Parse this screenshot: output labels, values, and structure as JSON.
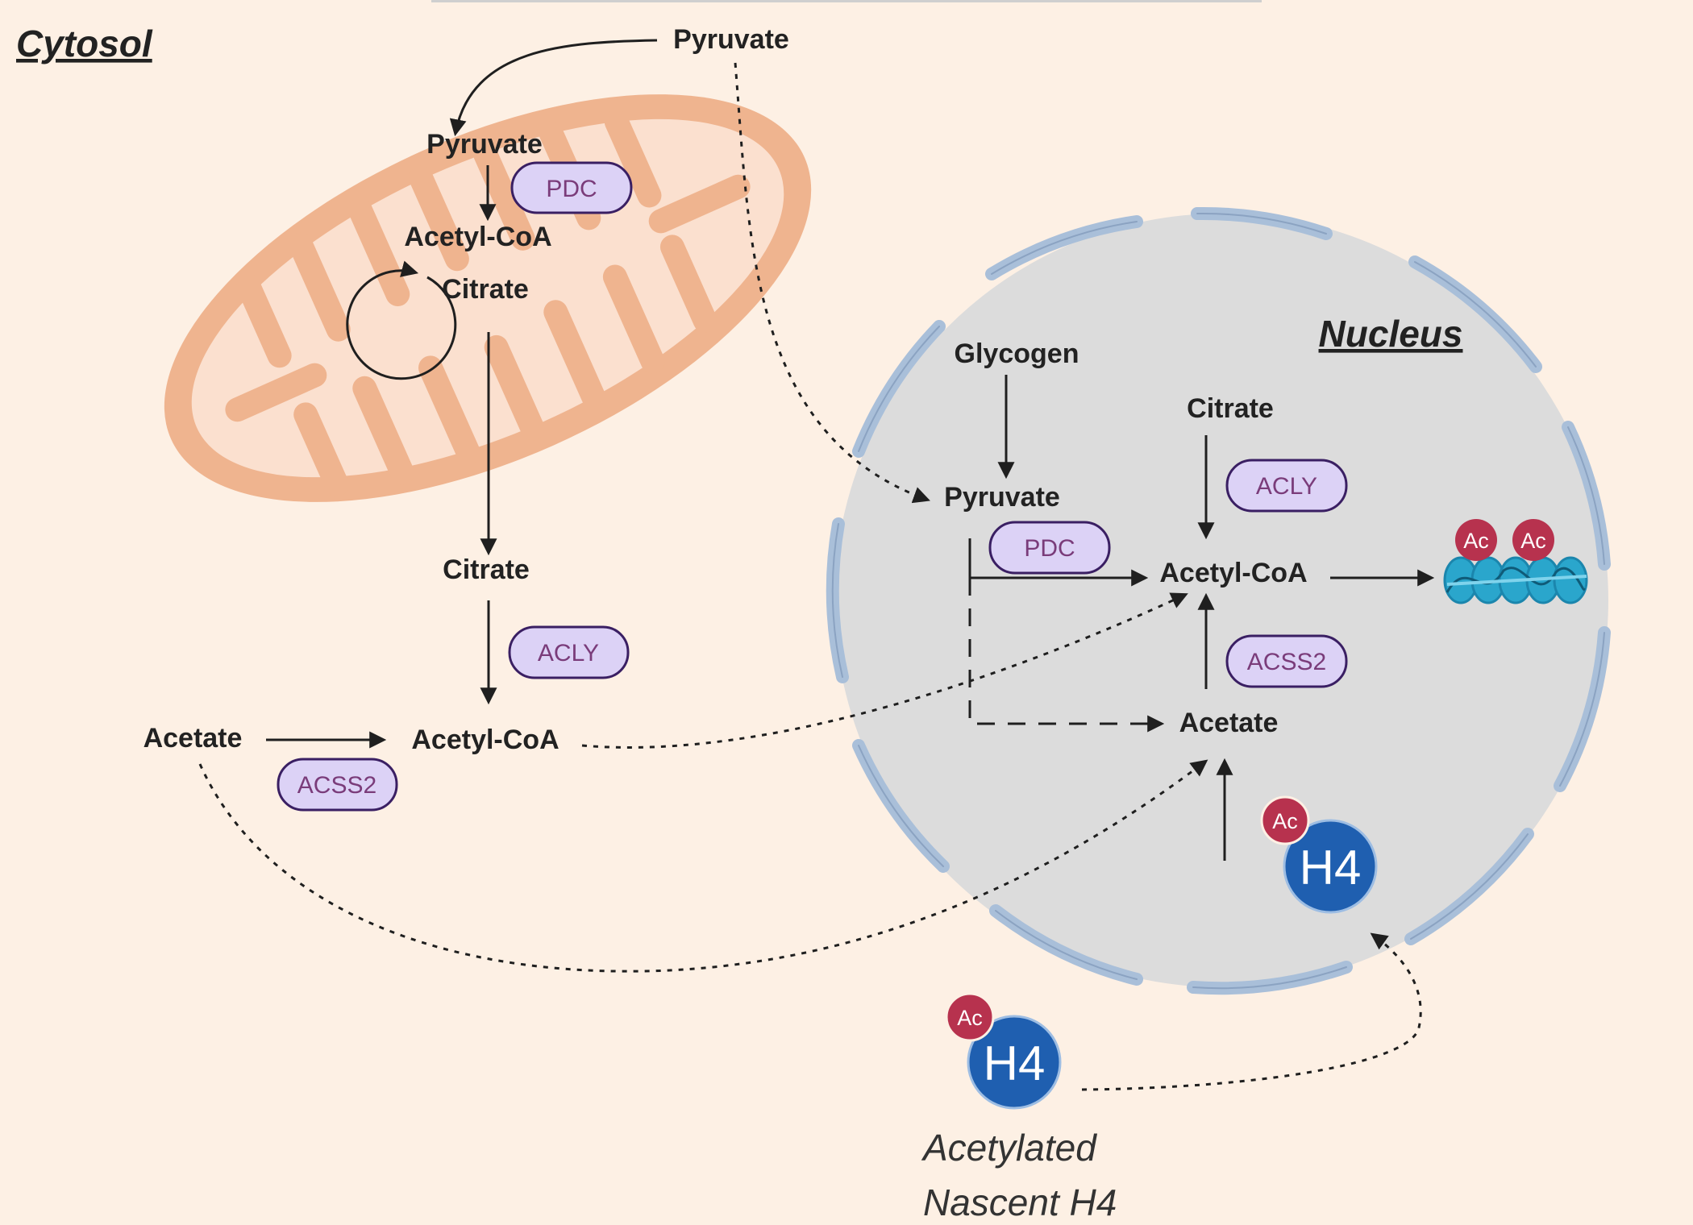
{
  "labels": {
    "cytosol": "Cytosol",
    "nucleus": "Nucleus",
    "caption_line1": "Acetylated",
    "caption_line2": "Nascent H4"
  },
  "mito": {
    "pyruvate": "Pyruvate",
    "pdc": "PDC",
    "acetyl_coa": "Acetyl-CoA",
    "citrate": "Citrate"
  },
  "cyto": {
    "pyruvate": "Pyruvate",
    "citrate": "Citrate",
    "acly": "ACLY",
    "acetate": "Acetate",
    "acetyl_coa": "Acetyl-CoA",
    "acss2": "ACSS2"
  },
  "nuc": {
    "glycogen": "Glycogen",
    "citrate": "Citrate",
    "acly": "ACLY",
    "pyruvate": "Pyruvate",
    "pdc": "PDC",
    "acetyl_coa": "Acetyl-CoA",
    "acss2": "ACSS2",
    "acetate": "Acetate"
  },
  "marks": {
    "ac": "Ac",
    "h4": "H4"
  },
  "colors": {
    "background": "#fdf0e4",
    "mito_outer": "#efb48f",
    "mito_inner": "#fbe0cf",
    "nucleus_fill": "#dcdcdc",
    "envelope": "#a9bfd9",
    "enzyme_fill": "#dcd2f6",
    "enzyme_stroke": "#3a1f63",
    "ac_badge": "#b7324e",
    "h4_circle": "#1f5fb0",
    "nucleosome": "#2aa6cc"
  }
}
